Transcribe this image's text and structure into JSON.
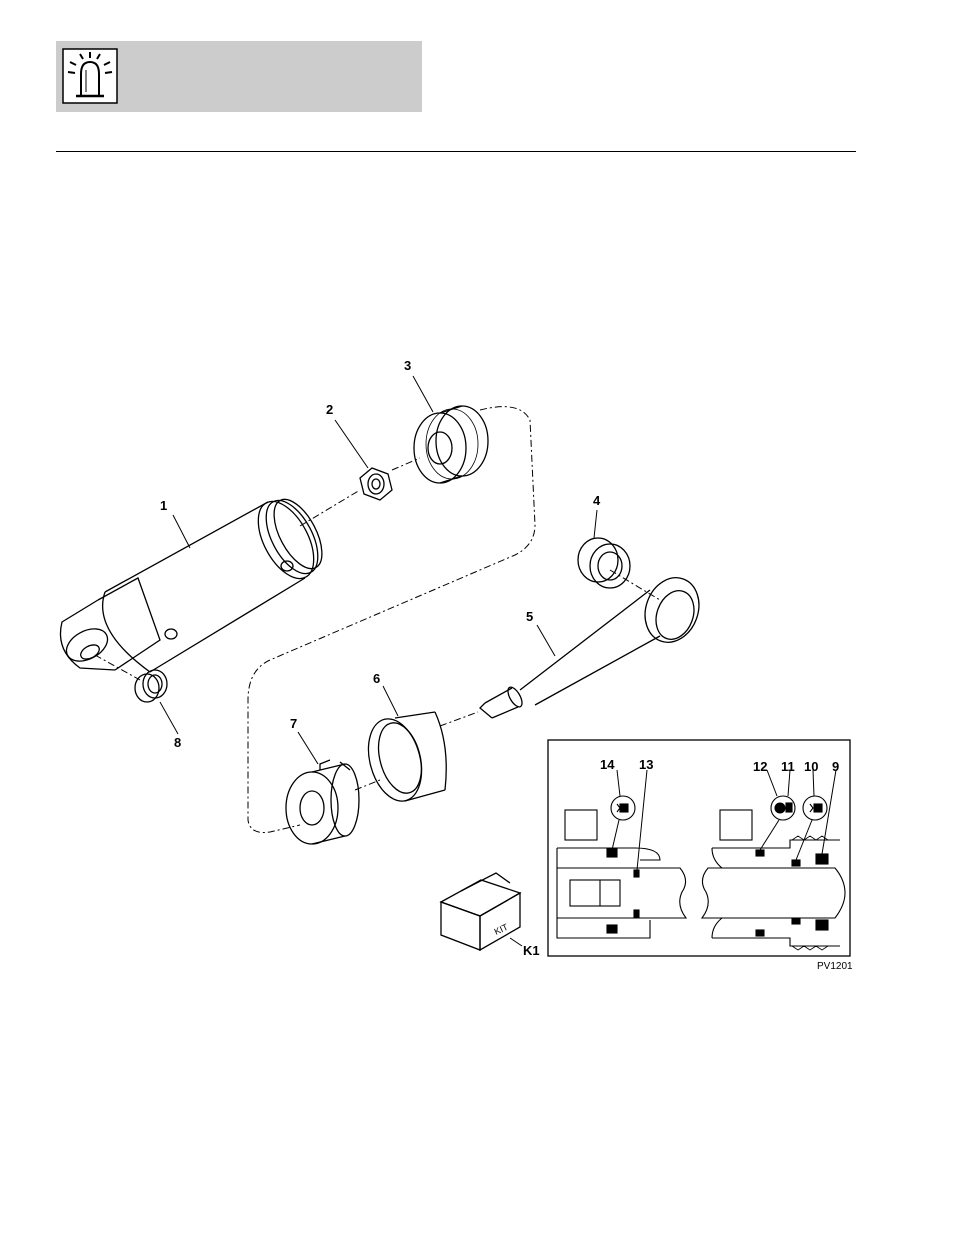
{
  "header": {
    "icon": "beacon-light-icon",
    "band_color": "#cccccc"
  },
  "figure": {
    "reference": "PV1201",
    "kit_label": "KIT",
    "callouts": [
      "1",
      "2",
      "3",
      "4",
      "5",
      "6",
      "7",
      "8",
      "9",
      "10",
      "11",
      "12",
      "13",
      "14",
      "K1"
    ]
  }
}
